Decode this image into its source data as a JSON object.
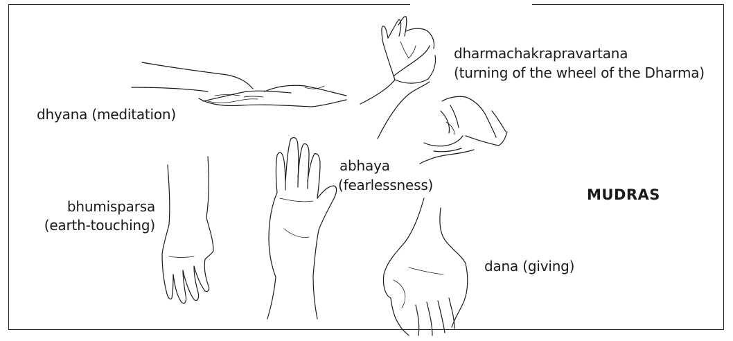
{
  "title": "MUDRAS",
  "labels": {
    "dhyana": "dhyana (meditation)",
    "dharmachakra_1": "dharmachakrapravartana",
    "dharmachakra_2": "(turning of the wheel of the Dharma)",
    "abhaya_1": "abhaya",
    "abhaya_2": "(fearlessness)",
    "bhumisparsa_1": "bhumisparsa",
    "bhumisparsa_2": "(earth-touching)",
    "dana": "dana  (giving)"
  },
  "colors": {
    "ink": "#1a1a1a",
    "background": "#ffffff"
  }
}
